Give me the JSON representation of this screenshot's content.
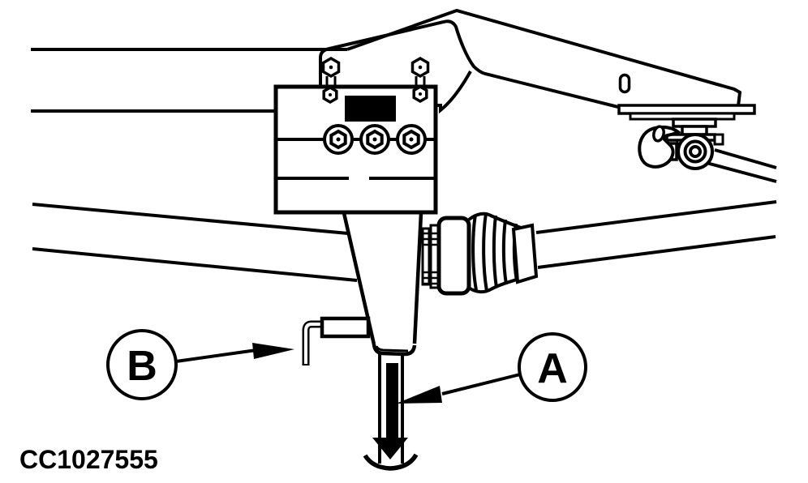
{
  "figure": {
    "code": "CC1027555",
    "callouts": [
      {
        "label": "A"
      },
      {
        "label": "B"
      }
    ],
    "colors": {
      "line": "#000000",
      "background": "#ffffff"
    }
  }
}
